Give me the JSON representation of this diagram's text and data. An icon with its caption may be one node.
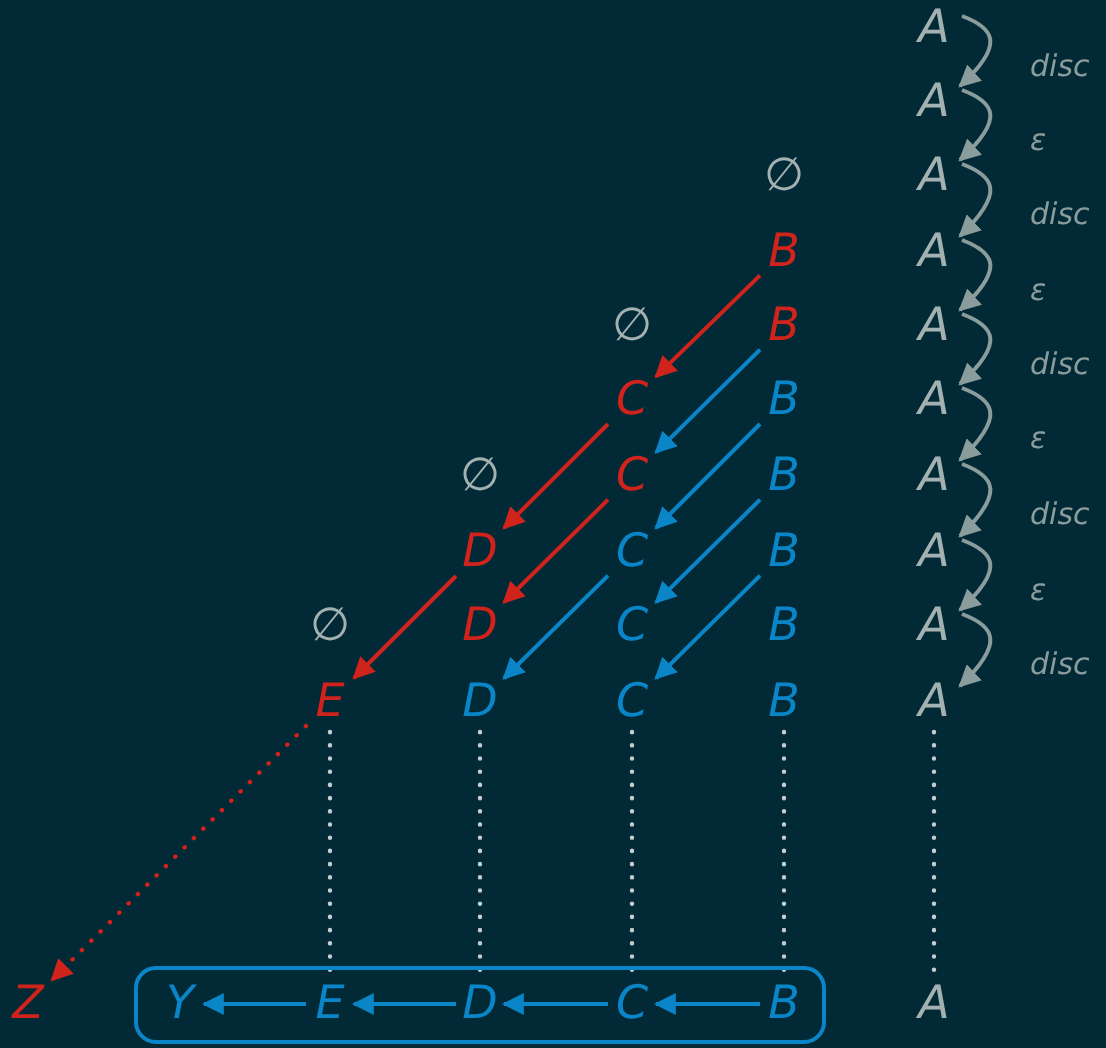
{
  "diagram": {
    "nodes": [
      {
        "text": [
          "A"
        ]
      },
      {
        "text": [
          "A"
        ]
      },
      {
        "text": [
          "∅"
        ]
      },
      {
        "text": [
          "A"
        ]
      },
      {
        "text": [
          "B"
        ]
      },
      {
        "text": [
          "A"
        ]
      },
      {
        "text": [
          "∅"
        ]
      },
      {
        "text": [
          "B"
        ]
      },
      {
        "text": [
          "A"
        ]
      },
      {
        "text": [
          "C"
        ]
      },
      {
        "text": [
          "B"
        ]
      },
      {
        "text": [
          "A"
        ]
      },
      {
        "text": [
          "∅"
        ]
      },
      {
        "text": [
          "C"
        ]
      },
      {
        "text": [
          "B"
        ]
      },
      {
        "text": [
          "A"
        ]
      },
      {
        "text": [
          "D"
        ]
      },
      {
        "text": [
          "C"
        ]
      },
      {
        "text": [
          "B"
        ]
      },
      {
        "text": [
          "A"
        ]
      },
      {
        "text": [
          "∅"
        ]
      },
      {
        "text": [
          "D"
        ]
      },
      {
        "text": [
          "C"
        ]
      },
      {
        "text": [
          "B"
        ]
      },
      {
        "text": [
          "A"
        ]
      },
      {
        "text": [
          "E"
        ]
      },
      {
        "text": [
          "D"
        ]
      },
      {
        "text": [
          "C"
        ]
      },
      {
        "text": [
          "B"
        ]
      },
      {
        "text": [
          "A"
        ]
      },
      {
        "text": [
          "Z"
        ]
      },
      {
        "text": [],
        "shape": "box"
      },
      {
        "text": [
          "Y"
        ],
        "in": 31
      },
      {
        "text": [
          "E"
        ],
        "in": 31
      },
      {
        "text": [
          "D"
        ],
        "in": 31
      },
      {
        "text": [
          "C"
        ],
        "in": 31
      },
      {
        "text": [
          "B"
        ],
        "in": 31
      },
      {
        "text": [
          "A"
        ]
      }
    ],
    "edges": [
      {
        "from": 0,
        "to": 1,
        "arrow": "to",
        "label": "disc"
      },
      {
        "from": 1,
        "to": 3,
        "arrow": "to",
        "label": "ε"
      },
      {
        "from": 3,
        "to": 5,
        "arrow": "to",
        "label": "disc"
      },
      {
        "from": 5,
        "to": 8,
        "arrow": "to",
        "label": "ε"
      },
      {
        "from": 8,
        "to": 11,
        "arrow": "to",
        "label": "disc"
      },
      {
        "from": 11,
        "to": 15,
        "arrow": "to",
        "label": "ε"
      },
      {
        "from": 15,
        "to": 19,
        "arrow": "to",
        "label": "disc"
      },
      {
        "from": 19,
        "to": 24,
        "arrow": "to",
        "label": "ε"
      },
      {
        "from": 24,
        "to": 29,
        "arrow": "to",
        "label": "disc"
      },
      {
        "from": 4,
        "to": 9,
        "arrow": "to",
        "color": "#d0231c"
      },
      {
        "from": 7,
        "to": 13,
        "arrow": "to",
        "color": "#0a86c8"
      },
      {
        "from": 9,
        "to": 16,
        "arrow": "to",
        "color": "#d0231c"
      },
      {
        "from": 10,
        "to": 17,
        "arrow": "to",
        "color": "#0a86c8"
      },
      {
        "from": 13,
        "to": 21,
        "arrow": "to",
        "color": "#d0231c"
      },
      {
        "from": 14,
        "to": 22,
        "arrow": "to",
        "color": "#0a86c8"
      },
      {
        "from": 16,
        "to": 25,
        "arrow": "to",
        "color": "#d0231c"
      },
      {
        "from": 17,
        "to": 26,
        "arrow": "to",
        "color": "#0a86c8"
      },
      {
        "from": 18,
        "to": 27,
        "arrow": "to",
        "color": "#0a86c8"
      },
      {
        "from": 25,
        "to": 30,
        "arrow": "to",
        "style": "dashed",
        "color": "#d0231c"
      },
      {
        "from": 25,
        "to": 33,
        "arrow": "none",
        "style": "dashed",
        "color": "#c5cdcd"
      },
      {
        "from": 26,
        "to": 34,
        "arrow": "none",
        "style": "dashed",
        "color": "#c5cdcd"
      },
      {
        "from": 27,
        "to": 35,
        "arrow": "none",
        "style": "dashed",
        "color": "#c5cdcd"
      },
      {
        "from": 28,
        "to": 36,
        "arrow": "none",
        "style": "dashed",
        "color": "#c5cdcd"
      },
      {
        "from": 29,
        "to": 37,
        "arrow": "none",
        "style": "dashed",
        "color": "#c5cdcd"
      },
      {
        "from": 36,
        "to": 35,
        "arrow": "to",
        "color": "#0a86c8"
      },
      {
        "from": 35,
        "to": 34,
        "arrow": "to",
        "color": "#0a86c8"
      },
      {
        "from": 34,
        "to": 33,
        "arrow": "to",
        "color": "#0a86c8"
      },
      {
        "from": 33,
        "to": 32,
        "arrow": "to",
        "color": "#0a86c8"
      }
    ]
  }
}
